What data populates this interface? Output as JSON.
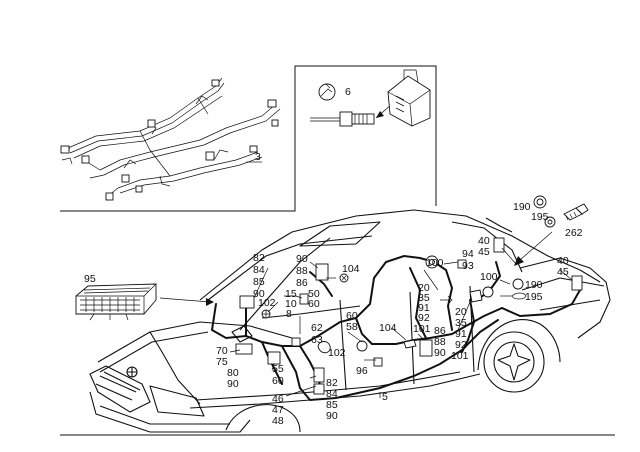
{
  "labels": {
    "l3": "3",
    "l6": "6",
    "l95": "95",
    "l190a": "190",
    "l195a": "195",
    "l262": "262",
    "l40a": "40",
    "l45a": "45",
    "l40b": "40",
    "l45b": "45",
    "l100a": "100",
    "l100b": "100",
    "l190b": "190",
    "l195b": "195",
    "l94": "94",
    "l93": "93",
    "l104a": "104",
    "l104b": "104",
    "l82a": "82",
    "l84a": "84",
    "l85a": "85",
    "l90a": "90",
    "l90b": "90",
    "l88a": "88",
    "l86a": "86",
    "l102a": "102",
    "l102b": "102",
    "l15": "15",
    "l10": "10",
    "l8": "8",
    "l50": "50",
    "l60a": "60",
    "l60b": "60",
    "l58": "58",
    "l62": "62",
    "l63": "63",
    "l20a": "20",
    "l35a": "35",
    "l91a": "91",
    "l92a": "92",
    "l20b": "20",
    "l35b": "35",
    "l91b": "91",
    "l92b": "92",
    "l101a": "101",
    "l101b": "101",
    "l86b": "86",
    "l88b": "88",
    "l90c": "90",
    "l70": "70",
    "l75": "75",
    "l80": "80",
    "l90d": "90",
    "l55": "55",
    "l60c": "60",
    "l96": "96",
    "l82b": "82",
    "l84b": "84",
    "l85b": "85",
    "l90e": "90",
    "l46": "46",
    "l47": "47",
    "l48": "48",
    "l5": "5"
  }
}
